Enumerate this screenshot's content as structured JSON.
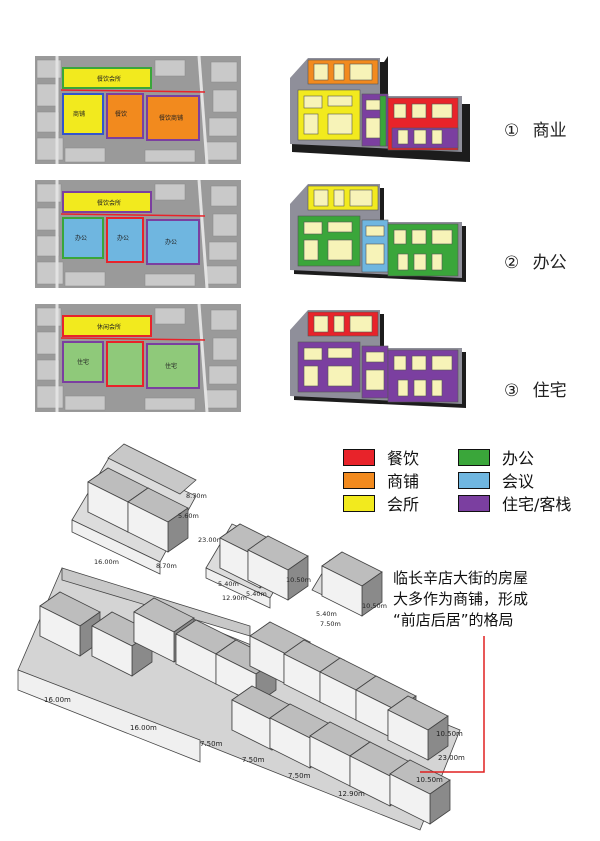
{
  "schemes": [
    {
      "number": "①",
      "label": "商业",
      "map_tags": [
        "餐饮会所",
        "商铺",
        "餐饮",
        "餐饮商铺"
      ]
    },
    {
      "number": "②",
      "label": "办公",
      "map_tags": [
        "餐饮会所",
        "办公",
        "办公",
        "办公"
      ]
    },
    {
      "number": "③",
      "label": "住宅",
      "map_tags": [
        "休闲会所",
        "住宅",
        "住宅"
      ]
    }
  ],
  "legend": [
    {
      "label": "餐饮",
      "color": "#e8232a"
    },
    {
      "label": "办公",
      "color": "#3aa63a"
    },
    {
      "label": "商铺",
      "color": "#f28a1e"
    },
    {
      "label": "会议",
      "color": "#6fb6e0"
    },
    {
      "label": "会所",
      "color": "#f2ea1e"
    },
    {
      "label": "住宅/客栈",
      "color": "#7b3fa0"
    }
  ],
  "note": {
    "lines": [
      "临长辛店大街的房屋",
      "大多作为商铺，形成",
      "“前店后居”的格局"
    ],
    "accent": "#e02020"
  },
  "dimensions": {
    "large_a": [
      "8.70m",
      "5.60m",
      "23.00m",
      "16.00m",
      "8.70m"
    ],
    "small_b": [
      "5.40m",
      "10.50m",
      "12.90m",
      "5.40m"
    ],
    "small_c": [
      "5.40m",
      "10.50m",
      "7.50m"
    ],
    "row": [
      "16.00m",
      "16.00m",
      "7.50m",
      "7.50m",
      "7.50m",
      "12.90m",
      "10.50m",
      "23.00m",
      "10.50m"
    ]
  }
}
